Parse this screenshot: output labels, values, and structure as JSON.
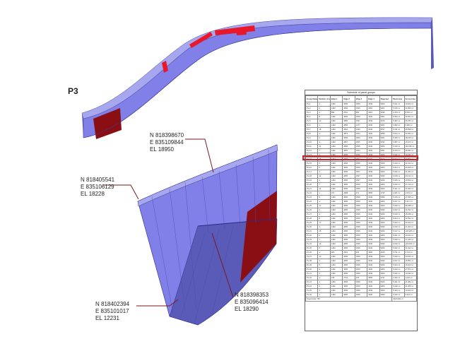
{
  "figure": {
    "view_label": "P3",
    "colors": {
      "panel": "#8080e8",
      "panel_dark": "#5a5ab8",
      "highlight": "#e8182a",
      "dark_red": "#8a0f14",
      "leader": "#7a1a1a"
    },
    "callouts": {
      "top": [
        "N 818398670",
        "E 835109844",
        "EL 18950"
      ],
      "left": [
        "N 818405541",
        "E 835106129",
        "EL 18228"
      ],
      "bottom_left": [
        "N 818402394",
        "E 835101017",
        "EL 12231"
      ],
      "bottom_right": [
        "N 818398353",
        "E 835096414",
        "EL 18290"
      ]
    }
  },
  "table": {
    "title": "Schedule of panel groups",
    "headers": [
      "Group Name",
      "Number of panels",
      "Edge 1",
      "Edge 2",
      "Edge 3",
      "Edge 4",
      "Diagonal",
      "Panel area",
      "Group Area"
    ],
    "highlighted_row": 10,
    "rows": [
      [
        "PL-1",
        "2",
        "1492",
        "4845",
        "1508",
        "3449",
        "5009",
        "5.311 m²",
        "10.622 m²"
      ],
      [
        "PL-2",
        "6",
        "1492",
        "4846",
        "1506",
        "3462",
        "5001",
        "5.315 m²",
        "31.890 m²"
      ],
      [
        "PL-3",
        "3",
        "896",
        "2531",
        "830",
        "4510",
        "3036",
        "2.784 m²",
        "8.352 m²"
      ],
      [
        "PL-4",
        "8",
        "1492",
        "4846",
        "1508",
        "3449",
        "5001",
        "5.333 m²",
        "42.664 m²"
      ],
      [
        "PL-5",
        "12",
        "1492",
        "4865",
        "1527",
        "3449",
        "5079",
        "5.482 m²",
        "65.784 m²"
      ],
      [
        "PL-6",
        "1",
        "1492",
        "4858",
        "1477",
        "3449",
        "5061",
        "5.382 m²",
        "5.382 m²"
      ],
      [
        "PL-7",
        "18",
        "1492",
        "4844",
        "1493",
        "3449",
        "5017",
        "5.311 m²",
        "95.598 m²"
      ],
      [
        "PL-8",
        "4",
        "1492",
        "4873",
        "1534",
        "3449",
        "5058",
        "5.513 m²",
        "22.052 m²"
      ],
      [
        "PL-9",
        "9",
        "1492",
        "4849",
        "1509",
        "3449",
        "5021",
        "5.335 m²",
        "48.015 m²"
      ],
      [
        "PL-10",
        "3",
        "1492",
        "4867",
        "1505",
        "3449",
        "5034",
        "5.387 m²",
        "16.161 m²"
      ],
      [
        "PL-11",
        "21",
        "1492",
        "4845",
        "1508",
        "3449",
        "5009",
        "5.316 m²",
        "111.636 m²"
      ],
      [
        "PL-12",
        "7",
        "1492",
        "4870",
        "1534",
        "3449",
        "5051",
        "5.479 m²",
        "38.353 m²"
      ],
      [
        "PL-13",
        "2",
        "1492",
        "4845",
        "1506",
        "3449",
        "5009",
        "5.316 m²",
        "10.632 m²"
      ],
      [
        "PL-14",
        "15",
        "1492",
        "4845",
        "1507",
        "3449",
        "5010",
        "5.324 m²",
        "79.860 m²"
      ],
      [
        "PL-15",
        "6",
        "1492",
        "4846",
        "1508",
        "3449",
        "5009",
        "5.319 m²",
        "31.914 m²"
      ],
      [
        "PL-16",
        "5",
        "1492",
        "4846",
        "1508",
        "3449",
        "5009",
        "5.324 m²",
        "26.620 m²"
      ],
      [
        "PL-17",
        "4",
        "1492",
        "4845",
        "1507",
        "3449",
        "5009",
        "5.316 m²",
        "21.264 m²"
      ],
      [
        "PL-18",
        "13",
        "1492",
        "4845",
        "1507",
        "3449",
        "5009",
        "5.318 m²",
        "69.134 m²"
      ],
      [
        "PL-19",
        "2",
        "1492",
        "4845",
        "1507",
        "3449",
        "5009",
        "5.325 m²",
        "10.650 m²"
      ],
      [
        "PL-20",
        "7",
        "1492",
        "4845",
        "1508",
        "3449",
        "5009",
        "5.316 m²",
        "37.212 m²"
      ],
      [
        "PL-21",
        "14",
        "1492",
        "4845",
        "1508",
        "3449",
        "5009",
        "5.321 m²",
        "74.494 m²"
      ],
      [
        "PL-22",
        "1",
        "371",
        "2698",
        "371",
        "4505",
        "2726",
        "1.001 m²",
        "1.001 m²"
      ],
      [
        "PL-23",
        "9",
        "1492",
        "4845",
        "1508",
        "3449",
        "5009",
        "5.315 m²",
        "47.835 m²"
      ],
      [
        "PL-24",
        "1",
        "1492",
        "4845",
        "1508",
        "3449",
        "5009",
        "5.317 m²",
        "5.317 m²"
      ],
      [
        "PL-25",
        "11",
        "1492",
        "4845",
        "1508",
        "3449",
        "5009",
        "5.318 m²",
        "58.498 m²"
      ],
      [
        "PL-26",
        "6",
        "1492",
        "4845",
        "1508",
        "3449",
        "5009",
        "5.322 m²",
        "31.932 m²"
      ],
      [
        "PL-27",
        "3",
        "1492",
        "4845",
        "1508",
        "3449",
        "5009",
        "5.316 m²",
        "15.948 m²"
      ],
      [
        "PL-28",
        "8",
        "1492",
        "4845",
        "1508",
        "3449",
        "5009",
        "5.324 m²",
        "42.592 m²"
      ],
      [
        "PL-29",
        "17",
        "1492",
        "4845",
        "1508",
        "3449",
        "5009",
        "5.319 m²",
        "90.423 m²"
      ],
      [
        "PL-30",
        "4",
        "1492",
        "4845",
        "1508",
        "3449",
        "5009",
        "5.316 m²",
        "21.264 m²"
      ],
      [
        "PL-31",
        "25",
        "1492",
        "4845",
        "1508",
        "3449",
        "5009",
        "5.317 m²",
        "132.925 m²"
      ],
      [
        "PL-32",
        "2",
        "1492",
        "4845",
        "1508",
        "3449",
        "5009",
        "5.321 m²",
        "10.642 m²"
      ],
      [
        "PL-33",
        "7",
        "1492",
        "4845",
        "1508",
        "3449",
        "5009",
        "5.318 m²",
        "37.226 m²"
      ],
      [
        "PL-34",
        "19",
        "1492",
        "4845",
        "1508",
        "3449",
        "5009",
        "5.316 m²",
        "101.004 m²"
      ],
      [
        "PL-35",
        "6",
        "1492",
        "4845",
        "1508",
        "3449",
        "5009",
        "5.322 m²",
        "31.932 m²"
      ],
      [
        "PL-36",
        "1",
        "281",
        "2601",
        "281",
        "4505",
        "2616",
        "0.731 m²",
        "0.731 m²"
      ],
      [
        "PL-37",
        "12",
        "1492",
        "4845",
        "1508",
        "3449",
        "5009",
        "5.318 m²",
        "63.816 m²"
      ],
      [
        "PL-38",
        "3",
        "1492",
        "4845",
        "1508",
        "3449",
        "5009",
        "5.317 m²",
        "15.951 m²"
      ],
      [
        "PL-39",
        "5",
        "1492",
        "4845",
        "1508",
        "3449",
        "5009",
        "5.324 m²",
        "26.620 m²"
      ],
      [
        "PL-40",
        "9",
        "1492",
        "4845",
        "1508",
        "3449",
        "5009",
        "5.319 m²",
        "47.871 m²"
      ],
      [
        "PL-41",
        "2",
        "1492",
        "4845",
        "1508",
        "3449",
        "5009",
        "5.316 m²",
        "10.632 m²"
      ],
      [
        "PL-42",
        "1",
        "378",
        "2712",
        "378",
        "4505",
        "2741",
        "1.032 m²",
        "1.032 m²"
      ],
      [
        "PL-43",
        "4",
        "1492",
        "4845",
        "1508",
        "3449",
        "5009",
        "5.321 m²",
        "21.284 m²"
      ],
      [
        "PL-44",
        "6",
        "1492",
        "4845",
        "1508",
        "3449",
        "5009",
        "5.318 m²",
        "31.908 m²"
      ],
      [
        "PL-45",
        "2",
        "1492",
        "4845",
        "1508",
        "3449",
        "5009",
        "5.320 m²",
        "10.640 m²"
      ],
      [
        "PL-46",
        "1",
        "1492",
        "4845",
        "1508",
        "3449",
        "5009",
        "5.316 m²",
        "5.316 m²"
      ]
    ],
    "footer": [
      "Grand total: 758",
      "2323.696 m²"
    ]
  }
}
